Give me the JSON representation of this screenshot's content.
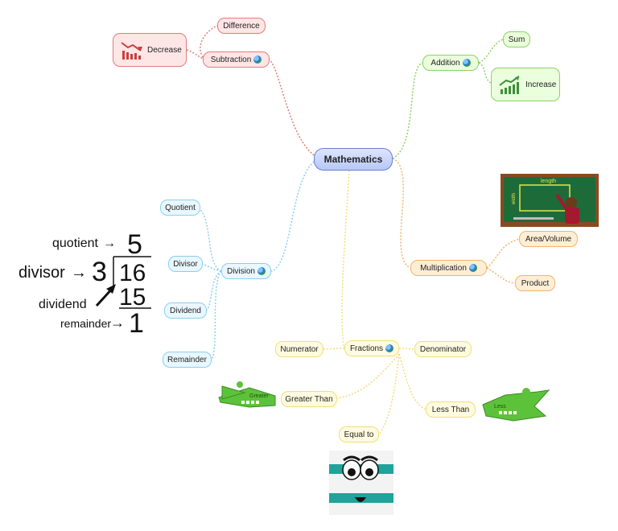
{
  "center": "Mathematics",
  "subtraction": {
    "label": "Subtraction",
    "difference": "Difference",
    "decrease": "Decrease",
    "decrease_icon": "chart-decrease-icon"
  },
  "addition": {
    "label": "Addition",
    "sum": "Sum",
    "increase": "Increase",
    "increase_icon": "chart-increase-icon"
  },
  "division": {
    "label": "Division",
    "quotient": "Quotient",
    "divisor": "Divisor",
    "dividend": "Dividend",
    "remainder": "Remainder",
    "example": {
      "quotient_label": "quotient",
      "quotient_value": "5",
      "divisor_label": "divisor",
      "divisor_value": "3",
      "dividend_value": "16",
      "product_value": "15",
      "dividend_label": "dividend",
      "remainder_label": "remainder",
      "remainder_value": "1"
    }
  },
  "multiplication": {
    "label": "Multiplication",
    "area": "Area/Volume",
    "product": "Product",
    "board_top": "length",
    "board_side": "width"
  },
  "fractions": {
    "label": "Fractions",
    "numerator": "Numerator",
    "denominator": "Denominator",
    "greater_than": "Greater Than",
    "less_than": "Less Than",
    "equal_to": "Equal to",
    "gator_greater": "Greater",
    "gator_less": "Less"
  },
  "colors": {
    "red": "#e07b7b",
    "green": "#8bd266",
    "blue": "#8ccfee",
    "orange": "#f1b36b",
    "yellow": "#f0de7a"
  }
}
